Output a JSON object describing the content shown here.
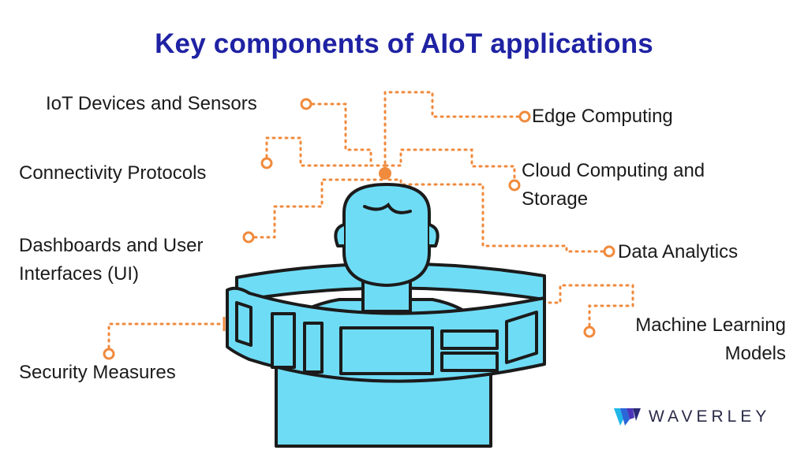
{
  "title": "Key components of AIoT applications",
  "labels": {
    "iot_devices": "IoT Devices and Sensors",
    "edge_computing": "Edge Computing",
    "connectivity": "Connectivity Protocols",
    "cloud_line1": "Cloud Computing and",
    "cloud_line2": "Storage",
    "dashboards_line1": "Dashboards and User",
    "dashboards_line2": "Interfaces (UI)",
    "data_analytics": "Data Analytics",
    "ml_line1": "Machine Learning",
    "ml_line2": "Models",
    "security": "Security Measures"
  },
  "logo": {
    "text": "WAVERLEY"
  },
  "colors": {
    "title": "#1f22a3",
    "accent_orange": "#f08a3c",
    "figure_fill": "#6fdcf5",
    "outline": "#1b1b1b"
  }
}
